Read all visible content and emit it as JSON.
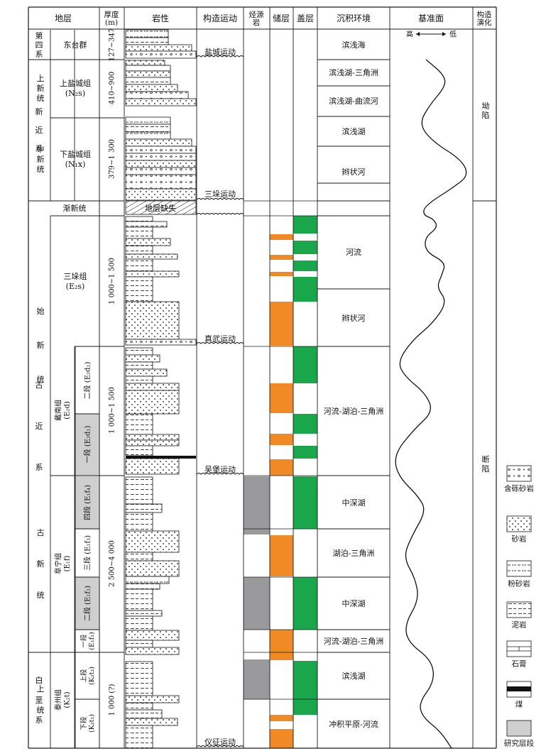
{
  "headers": {
    "stratum": "地层",
    "thickness": "厚度\n(m)",
    "lithology": "岩性",
    "tectonic_movement": "构造运动",
    "source_rock": "烃源\n岩",
    "reservoir": "储层",
    "cap_rock": "盖层",
    "sedimentary_environment": "沉积环境",
    "base_level": "基准面",
    "tectonic_evolution": "构造\n演化"
  },
  "systems": [
    "第\n四\n系",
    "新\n近\n系",
    "古\n近\n系",
    "白\n垩\n系"
  ],
  "series": [
    "上\n新\n统",
    "中\n新\n统",
    "渐新统",
    "始\n新\n统",
    "古\n新\n统",
    "上\n统"
  ],
  "formations": {
    "dongtai": "东台群",
    "shangyancheng": "上盐城组\n(N₂s)",
    "xiayancheng": "下盐城组\n(N₁x)",
    "sanduo": "三垛组\n(E₂s)",
    "dainan": "戴南组\n(E₂d)",
    "funing": "阜宁组\n(E₁f)",
    "taizhou": "泰州组\n(K₂t)"
  },
  "members": {
    "dainan2": "二段 (E₂d₂)",
    "dainan1": "一段 (E₂d₁)",
    "funing4": "四段 (E₁f₄)",
    "funing3": "三段 (E₁f₃)",
    "funing2": "二段 (E₁f₂)",
    "funing1": "一段\n(E₁f₁)",
    "taizhou_upper": "上段\n(K₂t₂)",
    "taizhou_lower": "下段\n(K₂t₁)"
  },
  "thickness": [
    "127~347",
    "410~900",
    "379~1 300",
    "1 000~1 500",
    "1 000~1 500",
    "2 500~4 000",
    "1 000 (?)"
  ],
  "lithology_note": "地层缺失",
  "tectonic_movements": [
    "盐城运动",
    "三垛运动",
    "真武运动",
    "吴堡运动",
    "仪征运动"
  ],
  "environments": [
    "滨浅海",
    "滨浅湖-三角洲",
    "滨浅湖-曲流河",
    "滨浅湖",
    "辫状河",
    "河流",
    "辫状河",
    "河流-湖泊-三角洲",
    "中深湖",
    "湖泊-三角洲",
    "中深湖",
    "河流-湖泊-三角洲",
    "滨浅湖",
    "冲积平原-河流"
  ],
  "base_level_legend": {
    "high": "高",
    "low": "低"
  },
  "evolution": [
    "坳\n\n陷",
    "断\n\n陷"
  ],
  "legend": [
    {
      "key": "conglomerate",
      "label": "含砾砂岩"
    },
    {
      "key": "sandstone",
      "label": "砂岩"
    },
    {
      "key": "siltstone",
      "label": "粉砂岩"
    },
    {
      "key": "mudstone",
      "label": "泥岩"
    },
    {
      "key": "gypsum",
      "label": "石膏"
    },
    {
      "key": "coal",
      "label": "煤"
    },
    {
      "key": "study",
      "label": "研究层段"
    }
  ],
  "colors": {
    "reservoir": "#f08a24",
    "cap": "#1aa64a",
    "source": "#9a9a9c",
    "study": "#cfcfcf",
    "line": "#1a1a1a"
  }
}
